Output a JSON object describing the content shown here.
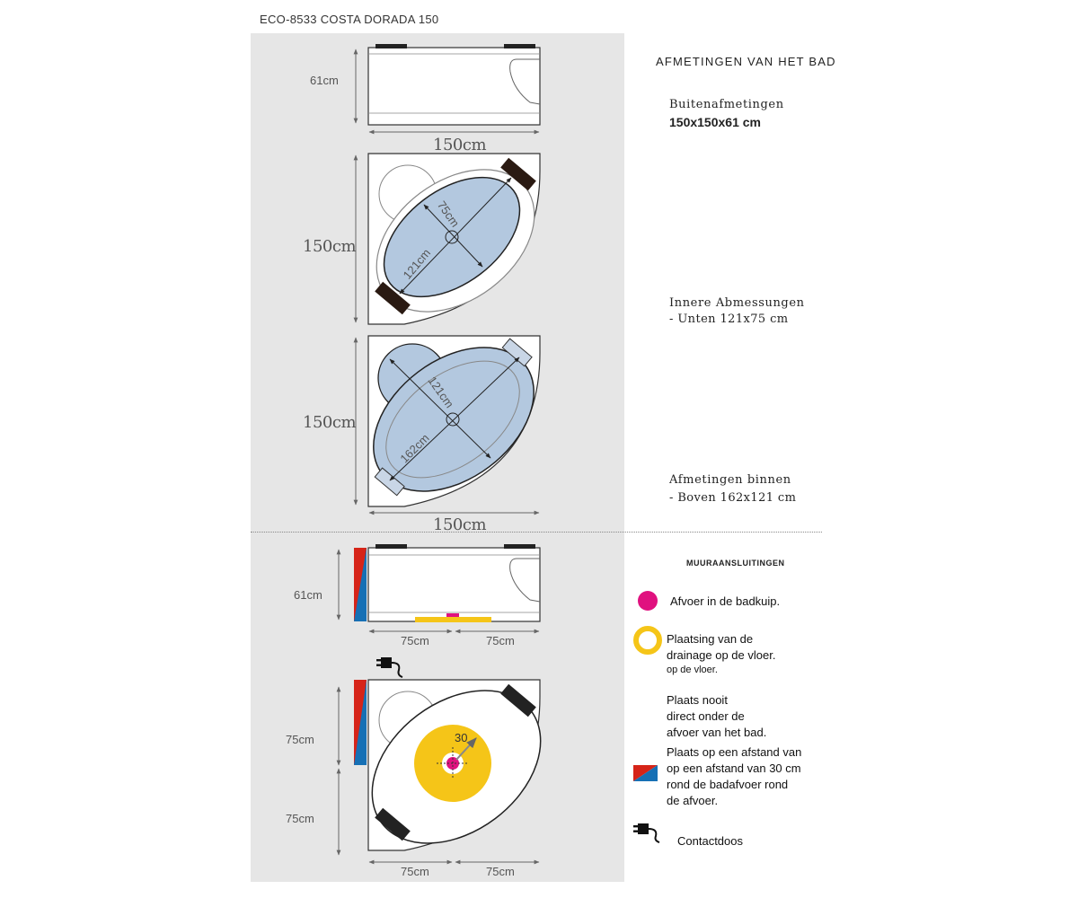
{
  "product_title": "ECO-8533 COSTA DORADA 150",
  "dimensions": {
    "front_height": "61cm",
    "width_top": "150cm",
    "side_middle": "150cm",
    "side_lower": "150cm",
    "width_bottom": "150cm",
    "inner_small": "75cm",
    "inner_long": "121cm",
    "top_short": "121cm",
    "top_long": "162cm"
  },
  "install": {
    "front_height": "61cm",
    "half_left": "75cm",
    "half_right": "75cm",
    "side_top": "75cm",
    "side_bottom": "75cm",
    "bottom_left": "75cm",
    "bottom_right": "75cm",
    "radius": "30"
  },
  "right": {
    "section_title": "AFMETINGEN VAN HET BAD",
    "outer_label": "Buitenafmetingen",
    "outer_value": "150x150x61 cm",
    "inner_label": "Innere Abmessungen",
    "inner_value": "- Unten 121x75 cm",
    "top_label": "Afmetingen binnen",
    "top_value": "- Boven 162x121 cm",
    "wall_title": "MUURAANSLUITINGEN",
    "legend_drain": "Afvoer in de badkuip.",
    "legend_floor_1": "Plaatsing van de",
    "legend_floor_2": "drainage op de vloer.",
    "legend_floor_3": "op de vloer.",
    "legend_never_1": "Plaats nooit",
    "legend_never_2": "direct onder de",
    "legend_never_3": "afvoer van het bad.",
    "legend_dist_1": "Plaats op een afstand van",
    "legend_dist_2": "op een afstand van 30 cm",
    "legend_dist_3": "rond de badafvoer rond",
    "legend_dist_4": "de afvoer.",
    "legend_socket": "Contactdoos"
  },
  "colors": {
    "water": "#b3c8df",
    "drain": "#e0117f",
    "floor": "#f5c518",
    "wall_red": "#d62418",
    "wall_blue": "#1670b5",
    "panel": "#e6e6e6"
  },
  "icons": [
    "plug-icon",
    "drain-dot-icon",
    "floor-ring-icon",
    "wall-connection-icon"
  ]
}
